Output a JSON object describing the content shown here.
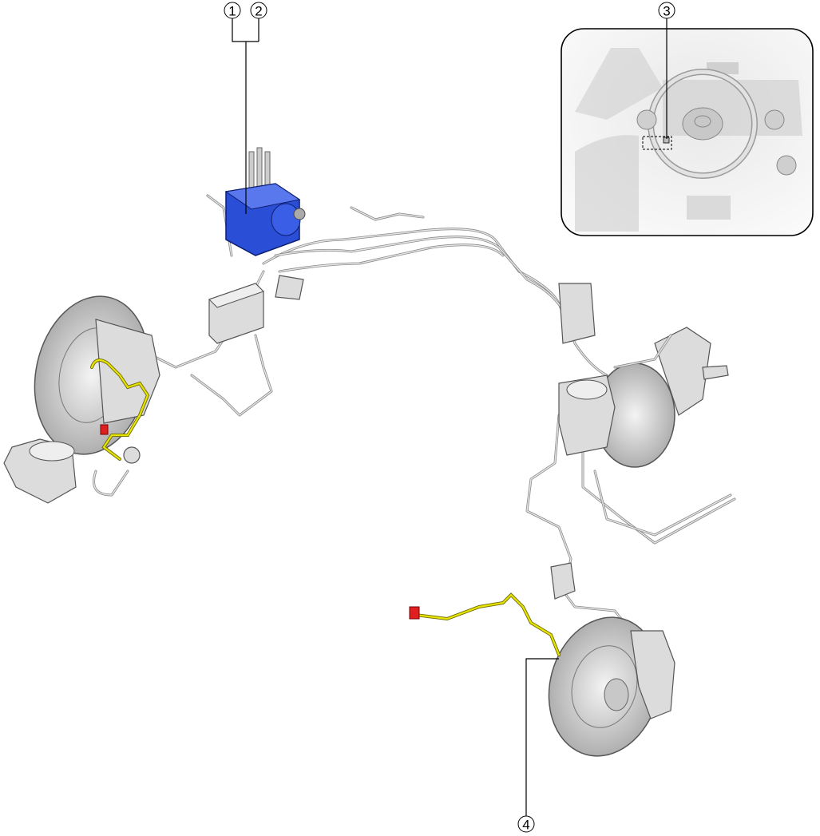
{
  "diagram": {
    "callouts": [
      {
        "number": "1"
      },
      {
        "number": "2"
      },
      {
        "number": "3"
      },
      {
        "number": "4"
      }
    ],
    "colors": {
      "abs_unit": "#2a4fd6",
      "wheel_speed_sensor": "#e8e400",
      "connector": "#e02020",
      "parts": "#dcdcdc",
      "outline": "#555555"
    }
  }
}
